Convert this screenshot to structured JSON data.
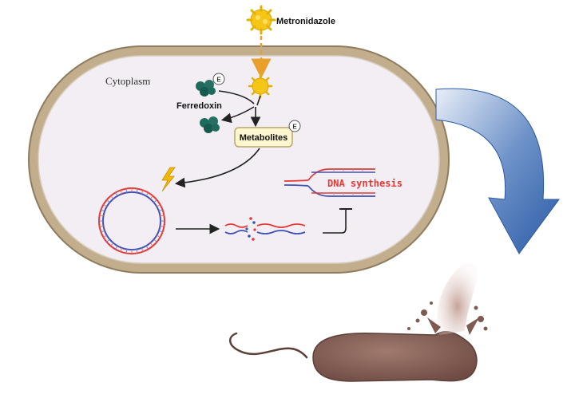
{
  "labels": {
    "drug": "Metronidazole",
    "compartment": "Cytoplasm",
    "protein": "Ferredoxin",
    "metabolites": "Metabolites",
    "enzyme_badge": "E",
    "process": "DNA synthesis"
  },
  "icons": {
    "drug_molecule": "yellow-sunburst-molecule",
    "redox_protein": "teal-protein-cluster",
    "damage": "lightning-bolt",
    "genome": "circular-dna",
    "outcome": "lysing-bacterium"
  },
  "colors": {
    "cell_wall": "#c2ad8c",
    "cytoplasm": "#f2eef4",
    "drug": "#f5c518",
    "protein": "#1e6b5e",
    "metabolite_box": "#fdf6cf",
    "dna_red": "#e53935",
    "dna_blue": "#3f51b5",
    "curved_arrow": "#2e5fa8",
    "bacterium": "#8a5f55"
  }
}
